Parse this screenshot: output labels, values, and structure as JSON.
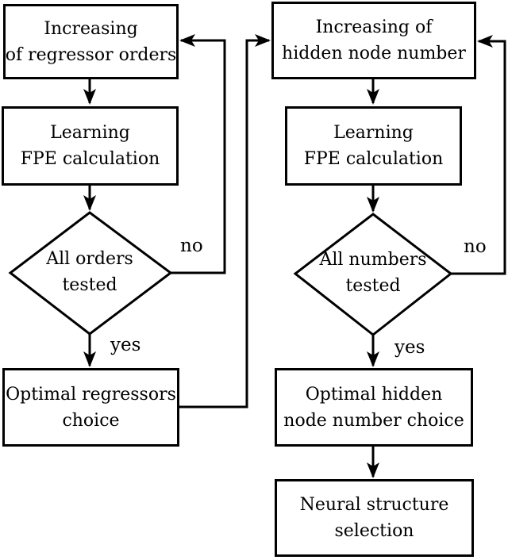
{
  "figure": {
    "background_color": "#ffffff",
    "line_color": "#000000"
  },
  "nodes": {
    "increasing_regressor_orders": {
      "lines": [
        "Increasing",
        "of regressor orders"
      ]
    },
    "learning_fpe_left": {
      "lines": [
        "Learning",
        "FPE calculation"
      ]
    },
    "all_orders_tested": {
      "lines": [
        "All orders",
        "tested"
      ]
    },
    "optimal_regressors_choice": {
      "lines": [
        "Optimal regressors",
        "choice"
      ]
    },
    "increasing_hidden_nodes": {
      "lines": [
        "Increasing of",
        "hidden node number"
      ]
    },
    "learning_fpe_right": {
      "lines": [
        "Learning",
        "FPE calculation"
      ]
    },
    "all_numbers_tested": {
      "lines": [
        "All numbers",
        "tested"
      ]
    },
    "optimal_hidden_node_choice": {
      "lines": [
        "Optimal hidden",
        "node number choice"
      ]
    },
    "neural_structure_selection": {
      "lines": [
        "Neural structure",
        "selection"
      ]
    }
  },
  "edge_labels": {
    "left_no": "no",
    "left_yes": "yes",
    "right_no": "no",
    "right_yes": "yes"
  }
}
